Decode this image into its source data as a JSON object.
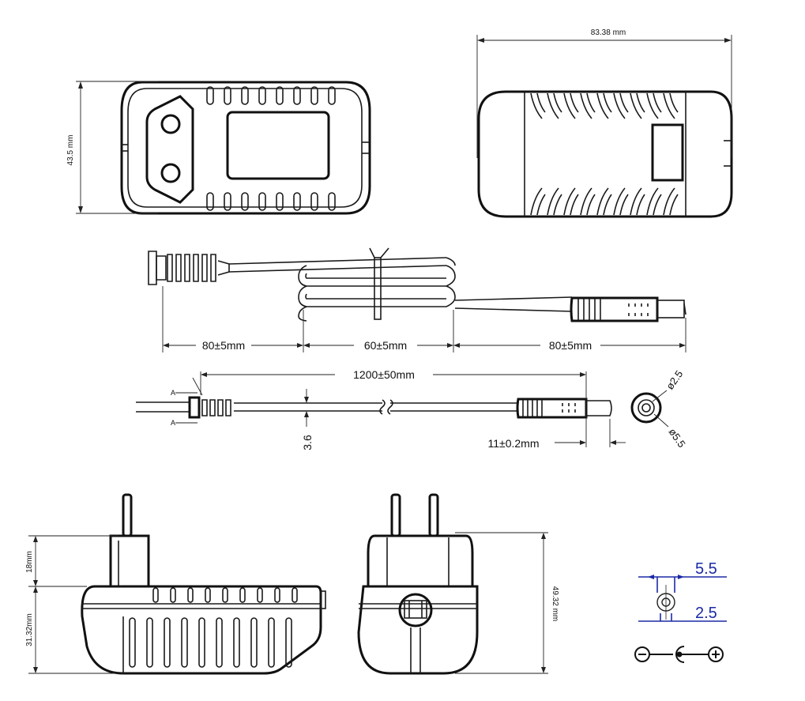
{
  "dimensions": {
    "width_mm": "83.38 mm",
    "height_mm": "43.5 mm",
    "seg1": "80±5mm",
    "seg2": "60±5mm",
    "seg3": "80±5mm",
    "cable": "1200±50mm",
    "cable_dia": "3.6",
    "plug_len": "11±0.2mm",
    "dia_inner": "ø2.5",
    "dia_outer": "ø5.5",
    "section_label": "A",
    "pin_height": "18mm",
    "body_depth": "31.32mm",
    "total_height": "49.32 mm",
    "polarity_outer": "5.5",
    "polarity_inner": "2.5"
  },
  "colors": {
    "line": "#1a1a1a",
    "annotation_blue": "#1b2aa6"
  }
}
